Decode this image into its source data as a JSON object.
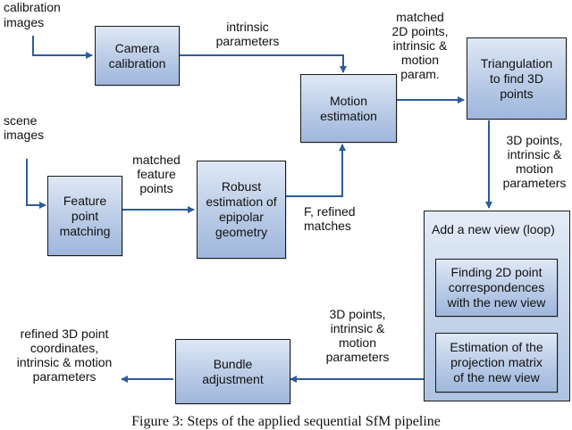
{
  "nodes": {
    "camera_calibration": "Camera\ncalibration",
    "motion_estimation": "Motion\nestimation",
    "triangulation": "Triangulation\nto find 3D\npoints",
    "feature_point_matching": "Feature\npoint\nmatching",
    "robust_estimation": "Robust\nestimation of\nepipolar\ngeometry",
    "add_new_view": "Add a new view (loop)",
    "finding_correspondences": "Finding 2D point\ncorrespondences\nwith the new view",
    "projection_matrix": "Estimation of the\nprojection matrix\nof the new view",
    "bundle_adjustment": "Bundle\nadjustment"
  },
  "labels": {
    "calibration_images": "calibration\nimages",
    "intrinsic_parameters": "intrinsic\nparameters",
    "matched_2d_points": "matched\n2D points,\nintrinsic &\nmotion\nparam.",
    "scene_images": "scene\nimages",
    "matched_feature_points": "matched\nfeature\npoints",
    "f_refined_matches": "F, refined\nmatches",
    "points_3d_right": "3D points,\nintrinsic &\nmotion\nparameters",
    "points_3d_bottom": "3D points,\nintrinsic &\nmotion\nparameters",
    "refined_output": "refined 3D point\ncoordinates,\nintrinsic & motion\nparameters"
  },
  "caption": "Figure 3: Steps of the applied sequential SfM pipeline",
  "colors": {
    "arrow": "#2e5b9a",
    "box_top": "#dfe8f5",
    "box_bottom": "#9fb7dc"
  }
}
